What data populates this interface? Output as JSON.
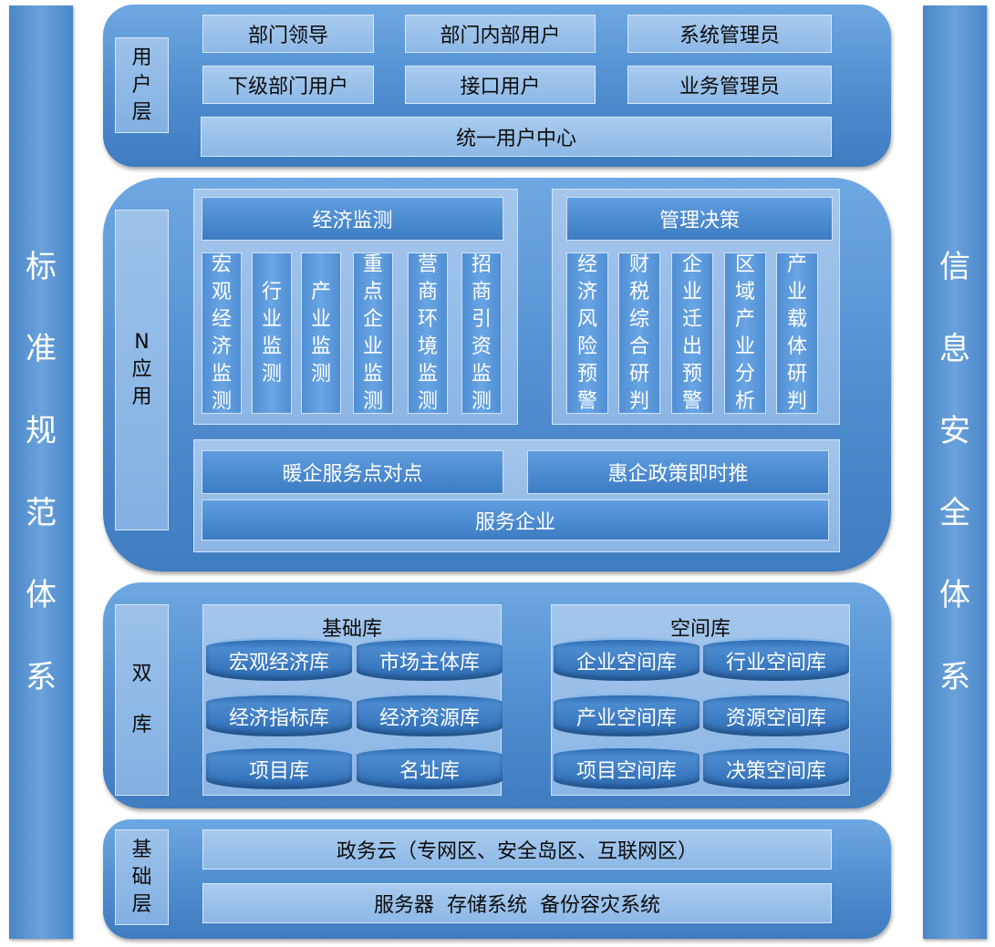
{
  "left_pillar": [
    "标",
    "准",
    "规",
    "范",
    "体",
    "系"
  ],
  "right_pillar": [
    "信",
    "息",
    "安",
    "全",
    "体",
    "系"
  ],
  "user_layer": {
    "label": [
      "用",
      "户",
      "层"
    ],
    "roles": [
      "部门领导",
      "部门内部用户",
      "系统管理员",
      "下级部门用户",
      "接口用户",
      "业务管理员"
    ],
    "center": "统一用户中心"
  },
  "app_layer": {
    "label": [
      "N",
      "应",
      "用"
    ],
    "economic": {
      "title": "经济监测",
      "items": [
        [
          "宏",
          "观",
          "经",
          "济",
          "监",
          "测"
        ],
        [
          "行",
          "业",
          "监",
          "测"
        ],
        [
          "产",
          "业",
          "监",
          "测"
        ],
        [
          "重",
          "点",
          "企",
          "业",
          "监",
          "测"
        ],
        [
          "营",
          "商",
          "环",
          "境",
          "监",
          "测"
        ],
        [
          "招",
          "商",
          "引",
          "资",
          "监",
          "测"
        ]
      ]
    },
    "decision": {
      "title": "管理决策",
      "items": [
        [
          "经",
          "济",
          "风",
          "险",
          "预",
          "警"
        ],
        [
          "财",
          "税",
          "综",
          "合",
          "研",
          "判"
        ],
        [
          "企",
          "业",
          "迁",
          "出",
          "预",
          "警"
        ],
        [
          "区",
          "域",
          "产",
          "业",
          "分",
          "析"
        ],
        [
          "产",
          "业",
          "载",
          "体",
          "研",
          "判"
        ]
      ]
    },
    "service": {
      "left": "暖企服务点对点",
      "right": "惠企政策即时推",
      "bottom": "服务企业"
    }
  },
  "db_layer": {
    "label": [
      "双",
      "库"
    ],
    "basic": {
      "title": "基础库",
      "items": [
        "宏观经济库",
        "市场主体库",
        "经济指标库",
        "经济资源库",
        "项目库",
        "名址库"
      ]
    },
    "spatial": {
      "title": "空间库",
      "items": [
        "企业空间库",
        "行业空间库",
        "产业空间库",
        "资源空间库",
        "项目空间库",
        "决策空间库"
      ]
    }
  },
  "base_layer": {
    "label": [
      "基",
      "础",
      "层"
    ],
    "cloud": "政务云（专网区、安全岛区、互联网区）",
    "infra": "服务器  存储系统  备份容灾系统"
  },
  "colors": {
    "pillar": "#4a86c8",
    "layer": "#5a95d6",
    "light_box": "#a9cbee",
    "dark_box": "#4f8ed3"
  }
}
